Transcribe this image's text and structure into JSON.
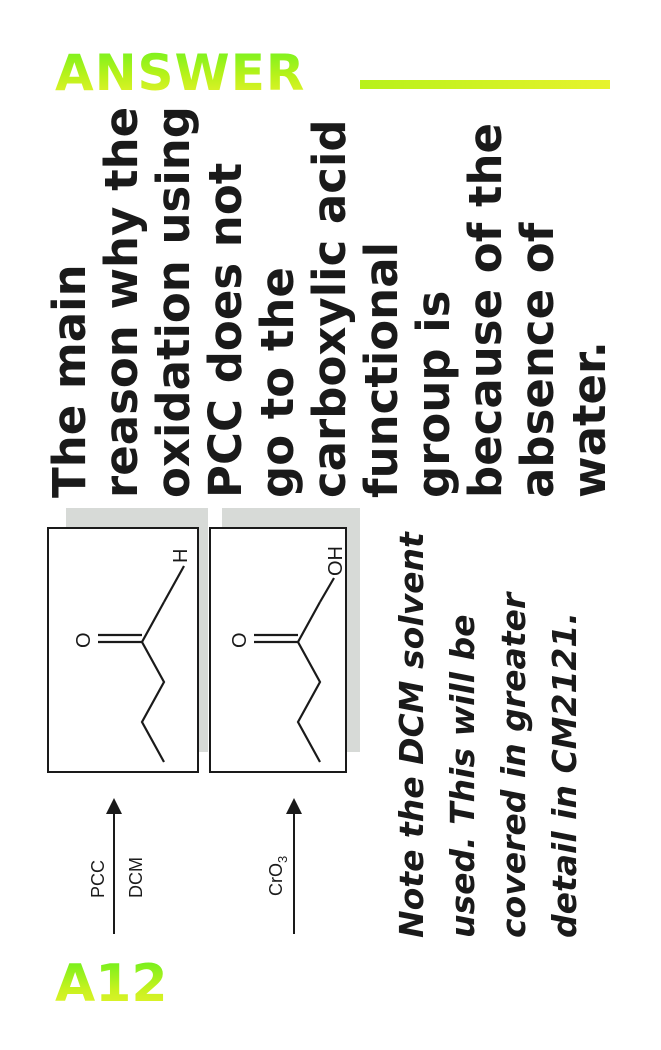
{
  "header": {
    "title": "ANSWER"
  },
  "card": {
    "label": "A12"
  },
  "answer": {
    "text": "The main reason why the oxidation using PCC does not go to the carboxylic acid functional group is because of the absence of water."
  },
  "note": {
    "text": "Note the DCM solvent used. This will be covered in greater detail in CM2121."
  },
  "scheme": {
    "reaction1": {
      "reagent_top": "PCC",
      "reagent_bottom": "DCM",
      "product_atoms": {
        "carbonyl_o": "O",
        "h": "H"
      }
    },
    "reaction2": {
      "reagent_prefix": "CrO",
      "reagent_subscript": "3",
      "product_atoms": {
        "carbonyl_o": "O",
        "oh": "OH"
      }
    }
  },
  "colors": {
    "accent_green": "#74f21f",
    "accent_yellow": "#e6f22c",
    "text": "#1a1a1a",
    "shadow": "#d7dad7"
  }
}
